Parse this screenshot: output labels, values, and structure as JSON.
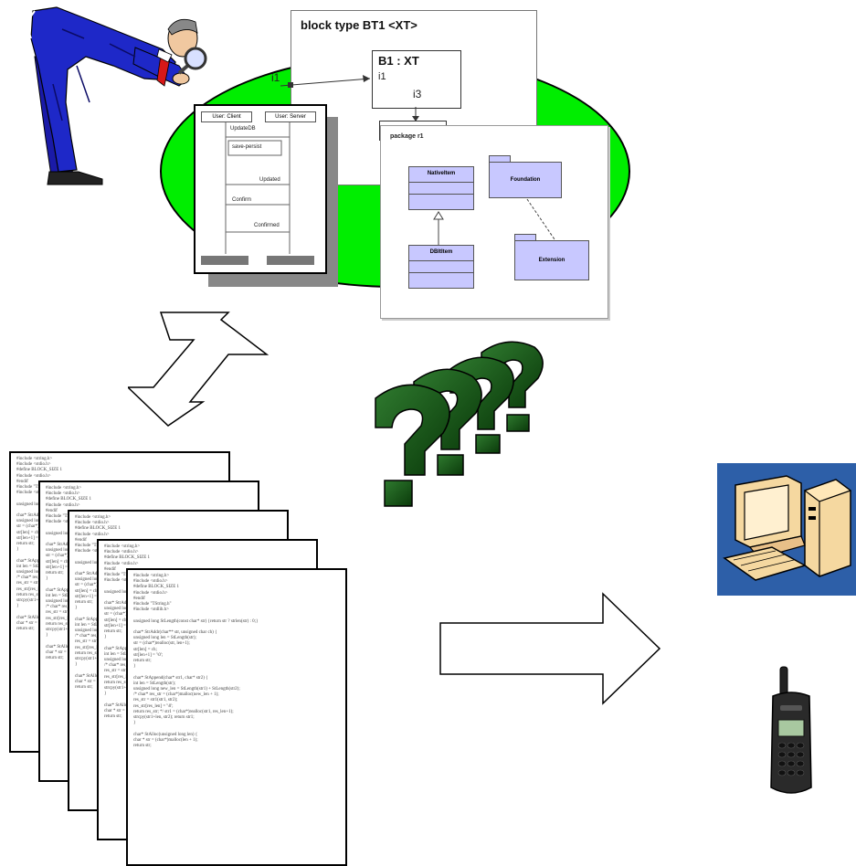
{
  "block_diagram": {
    "title": "block type BT1 <XT>",
    "inner_block": "B1 : XT",
    "port_outer": "i1",
    "port_inner": "i1",
    "port_bottom": "i3"
  },
  "sequence_diagram": {
    "lifeline_left": "User: Client",
    "lifeline_right": "User: Server",
    "messages": [
      "UpdateDB",
      "save-persist",
      "Updated",
      "Confirm",
      "Confirmed"
    ]
  },
  "class_diagram": {
    "package": "package r1",
    "classes": [
      "NativeItem",
      "Foundation",
      "DBItItem",
      "Extension"
    ]
  },
  "code_files": {
    "lines": [
      "#include <string.h>",
      "#include <stdio.h>",
      "#define BLOCK_SIZE 1",
      "#include <stdio.h>",
      "#endif",
      "#include \"TString.h\"",
      "#include <stdlib.h>",
      "",
      "unsigned long StLength(const char* str) {return str ? strlen(str) : 0;}",
      "",
      "char* StrAddr(char** str, unsigned char ch) {",
      "  unsigned long len = StLength(str);",
      "  str = (char*)realloc(str, len+1);",
      "  str[len] = ch;",
      "  str[len+1] = '\\0';",
      "  return str;",
      "}",
      "",
      "char* StAppend(char* str1, char* str2) {",
      "  int len = StLength(str);",
      "  unsigned long new_len = StLength(str1) + StLength(str2);",
      "  /* char* res_str = (char*)malloc(new_len + 1);",
      "  res_str = str1(str1, str2);",
      "  res_str[res_len] = '\\0';",
      "  return res_str; */ str1 = (char*)realloc(str1, res_len+1);",
      "  strcpy(str1+len, str2); return str1;",
      "}",
      "",
      "char* StAlloc(unsigned long len) {",
      "  char * str = (char*)malloc(len + 1);",
      "  return str;"
    ]
  }
}
